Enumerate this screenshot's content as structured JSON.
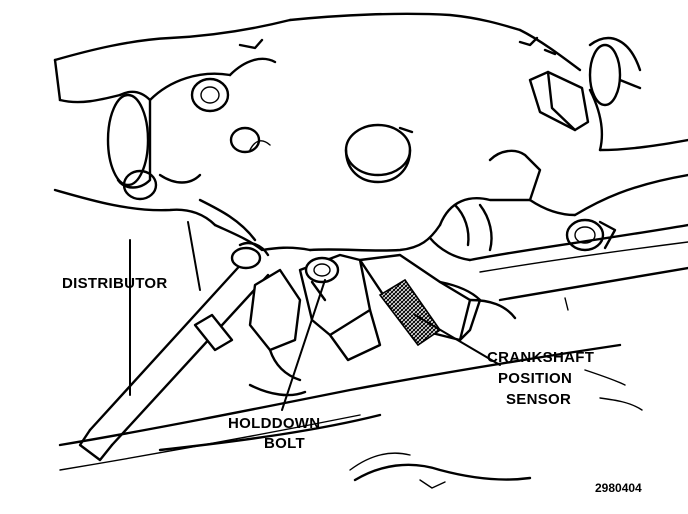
{
  "labels": {
    "distributor": "DISTRIBUTOR",
    "crankshaft_line1": "CRANKSHAFT",
    "crankshaft_line2": "POSITION",
    "crankshaft_line3": "SENSOR",
    "holddown_line1": "HOLDDOWN",
    "holddown_line2": "BOLT"
  },
  "reference_number": "2980404"
}
